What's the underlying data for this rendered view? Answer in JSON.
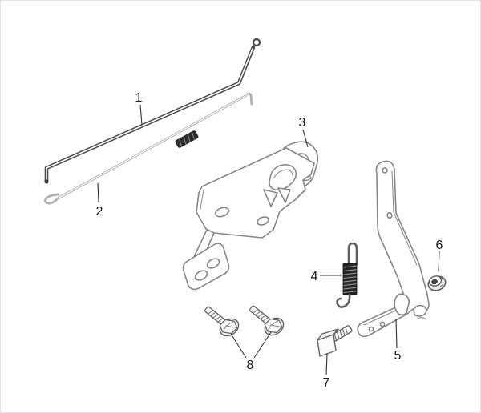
{
  "figure": {
    "background_color": "#ffffff",
    "outline_color": "#868686",
    "rod_color": "#4a4a4a",
    "wire_color": "#b2b2b2",
    "spring_color": "#242424",
    "label_color": "#161616",
    "callouts": [
      {
        "id": "part-1",
        "text": "1"
      },
      {
        "id": "part-2",
        "text": "2"
      },
      {
        "id": "part-3",
        "text": "3"
      },
      {
        "id": "part-4",
        "text": "4"
      },
      {
        "id": "part-5",
        "text": "5"
      },
      {
        "id": "part-6",
        "text": "6"
      },
      {
        "id": "part-7",
        "text": "7"
      },
      {
        "id": "part-8",
        "text": "8"
      }
    ]
  }
}
